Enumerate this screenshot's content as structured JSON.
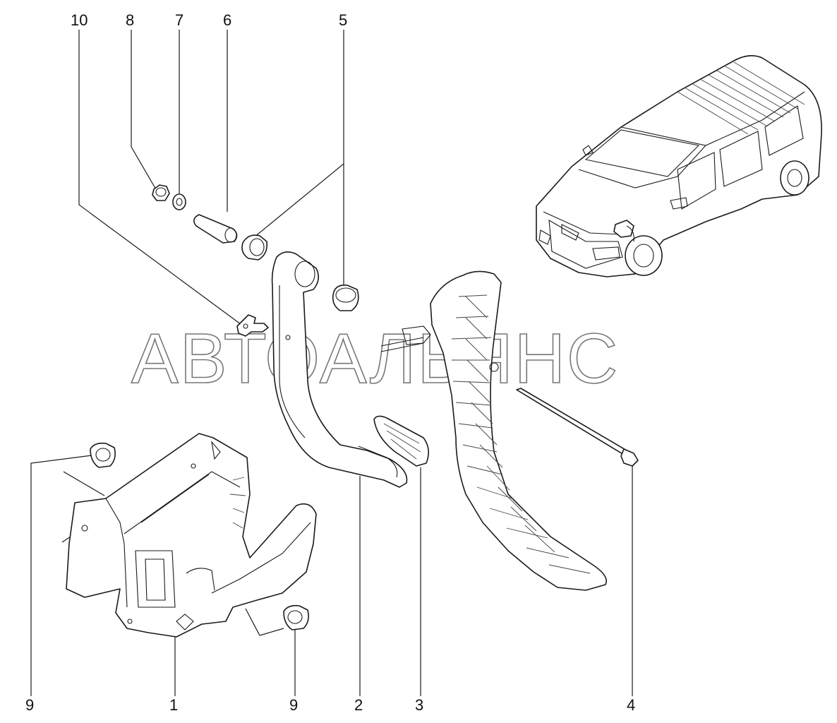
{
  "watermark": "АВТОАЛЬЯНС",
  "callouts": {
    "n10": "10",
    "n8": "8",
    "n7": "7",
    "n6": "6",
    "n5": "5",
    "n9_left": "9",
    "n1": "1",
    "n9_right": "9",
    "n2": "2",
    "n3": "3",
    "n4": "4"
  },
  "colors": {
    "line": "#1a1a1a",
    "background": "#ffffff",
    "watermark_outline": "#777777"
  }
}
